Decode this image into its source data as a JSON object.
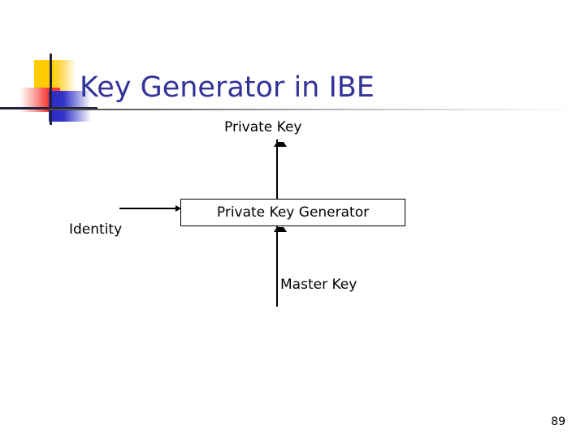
{
  "slide": {
    "title": "Key Generator in IBE",
    "page_number": "89",
    "title_color": "#333399",
    "background_color": "#ffffff"
  },
  "logo": {
    "yellow_color": "#ffcc00",
    "red_color": "#f43c36",
    "blue_color": "#3333cc",
    "line_color": "#22223a"
  },
  "diagram": {
    "type": "block-diagram",
    "box": {
      "label": "Private Key Generator",
      "border_color": "#000000",
      "fill_color": "#ffffff"
    },
    "labels": {
      "output_top": "Private Key",
      "input_left": "Identity",
      "input_bottom": "Master Key"
    },
    "connectors": [
      {
        "name": "identity-to-generator",
        "from": "Identity",
        "to": "Private Key Generator",
        "direction": "right"
      },
      {
        "name": "master-key-to-generator",
        "from": "Master Key",
        "to": "Private Key Generator",
        "direction": "up"
      },
      {
        "name": "generator-to-private-key",
        "from": "Private Key Generator",
        "to": "Private Key",
        "direction": "up"
      }
    ]
  }
}
